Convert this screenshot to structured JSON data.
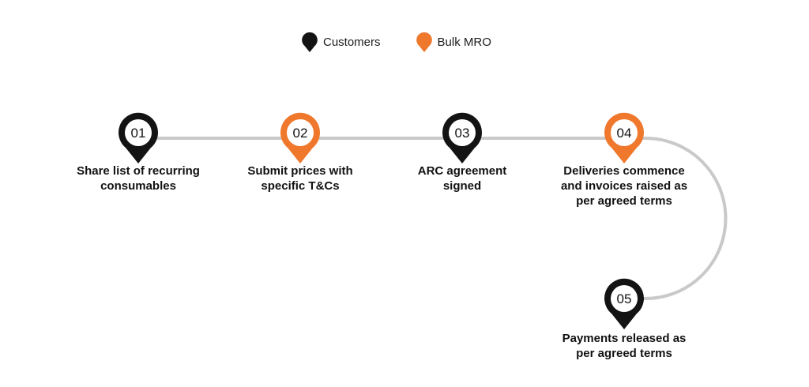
{
  "legend": {
    "items": [
      {
        "label": "Customers",
        "color": "#131313"
      },
      {
        "label": "Bulk MRO",
        "color": "#F0782D"
      }
    ]
  },
  "steps": [
    {
      "num": "01",
      "label": "Share list of recurring consumables",
      "owner": "Customers",
      "color": "#131313"
    },
    {
      "num": "02",
      "label": "Submit prices with specific T&Cs",
      "owner": "Bulk MRO",
      "color": "#F0782D"
    },
    {
      "num": "03",
      "label": "ARC agreement signed",
      "owner": "Customers",
      "color": "#131313"
    },
    {
      "num": "04",
      "label": "Deliveries commence and invoices raised as per agreed terms",
      "owner": "Bulk MRO",
      "color": "#F0782D"
    },
    {
      "num": "05",
      "label": "Payments released as per agreed terms",
      "owner": "Customers",
      "color": "#131313"
    }
  ],
  "connector": {
    "color": "#c9c9c9"
  },
  "pin_inner_color": "#ffffff"
}
